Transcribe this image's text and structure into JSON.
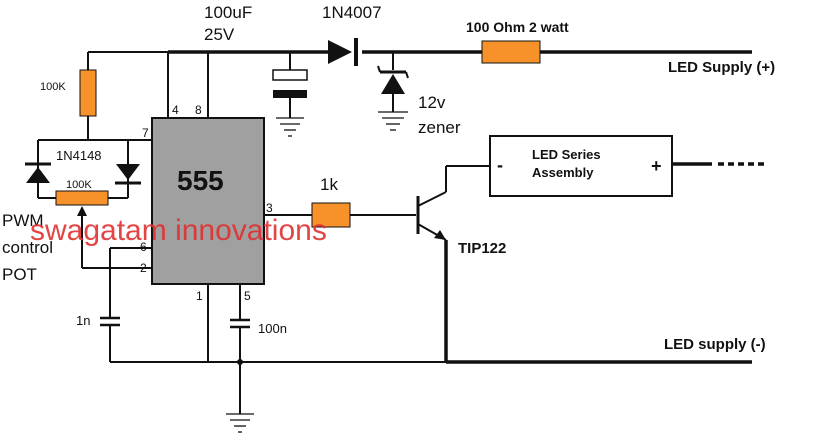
{
  "ic": {
    "label": "555",
    "pins": {
      "p4": "4",
      "p8": "8",
      "p7": "7",
      "p6": "6",
      "p2": "2",
      "p3": "3",
      "p1": "1",
      "p5": "5"
    }
  },
  "components": {
    "cap_top_value": "100uF",
    "cap_top_voltage": "25V",
    "diode": "1N4007",
    "series_resistor": "100 Ohm 2 watt",
    "zener_voltage": "12v",
    "zener_word": "zener",
    "r_top": "100K",
    "diode_pair": "1N4148",
    "pot_value": "100K",
    "pot_line1": "PWM",
    "pot_line2": "control",
    "pot_line3": "POT",
    "r_base": "1k",
    "transistor": "TIP122",
    "cap_timing": "1n",
    "cap_ctrl": "100n"
  },
  "led_assembly": {
    "line1": "LED Series",
    "line2": "Assembly",
    "minus": "-",
    "plus": "+"
  },
  "supply": {
    "positive": "LED Supply (+)",
    "negative": "LED supply (-)"
  },
  "watermark": "swagatam innovations",
  "colors": {
    "resistor": "#f7922a",
    "ic_fill": "#a0a0a0",
    "watermark": "#e03030"
  }
}
